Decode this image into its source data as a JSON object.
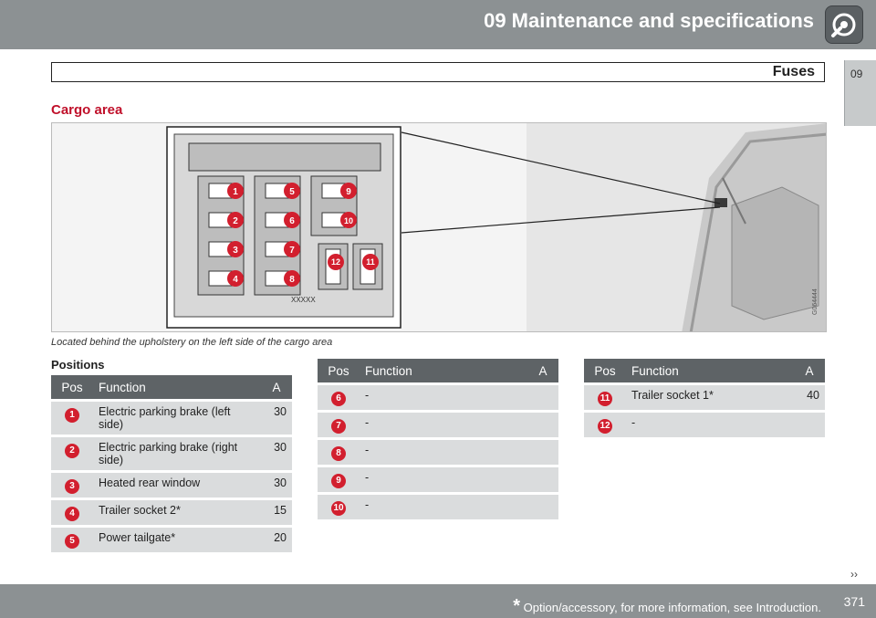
{
  "header": {
    "title": "09 Maintenance and specifications",
    "icon": "wrench-gear-icon"
  },
  "chapter_tab": "09",
  "section": "Fuses",
  "heading": "Cargo area",
  "figure": {
    "fuse_numbers": [
      "1",
      "2",
      "3",
      "4",
      "5",
      "6",
      "7",
      "8",
      "9",
      "10",
      "11",
      "12"
    ],
    "box_label": "XXXXX",
    "image_code": "G064444"
  },
  "caption": "Located behind the upholstery on the left side of the cargo area",
  "positions_label": "Positions",
  "columns": {
    "pos": "Pos",
    "function": "Function",
    "amp": "A"
  },
  "tables": [
    {
      "rows": [
        {
          "pos": "1",
          "function": "Electric parking brake (left side)",
          "amp": "30"
        },
        {
          "pos": "2",
          "function": "Electric parking brake (right side)",
          "amp": "30"
        },
        {
          "pos": "3",
          "function": "Heated rear window",
          "amp": "30"
        },
        {
          "pos": "4",
          "function": "Trailer socket 2*",
          "amp": "15"
        },
        {
          "pos": "5",
          "function": "Power tailgate*",
          "amp": "20"
        }
      ]
    },
    {
      "rows": [
        {
          "pos": "6",
          "function": "-",
          "amp": ""
        },
        {
          "pos": "7",
          "function": "-",
          "amp": ""
        },
        {
          "pos": "8",
          "function": "-",
          "amp": ""
        },
        {
          "pos": "9",
          "function": "-",
          "amp": ""
        },
        {
          "pos": "10",
          "function": "-",
          "amp": ""
        }
      ]
    },
    {
      "rows": [
        {
          "pos": "11",
          "function": "Trailer socket 1*",
          "amp": "40"
        },
        {
          "pos": "12",
          "function": "-",
          "amp": ""
        }
      ]
    }
  ],
  "footer": {
    "star": "*",
    "note": "Option/accessory, for more information, see Introduction.",
    "page": "371",
    "next_icon": "double-chevron-right-icon",
    "next_symbol": "››"
  }
}
